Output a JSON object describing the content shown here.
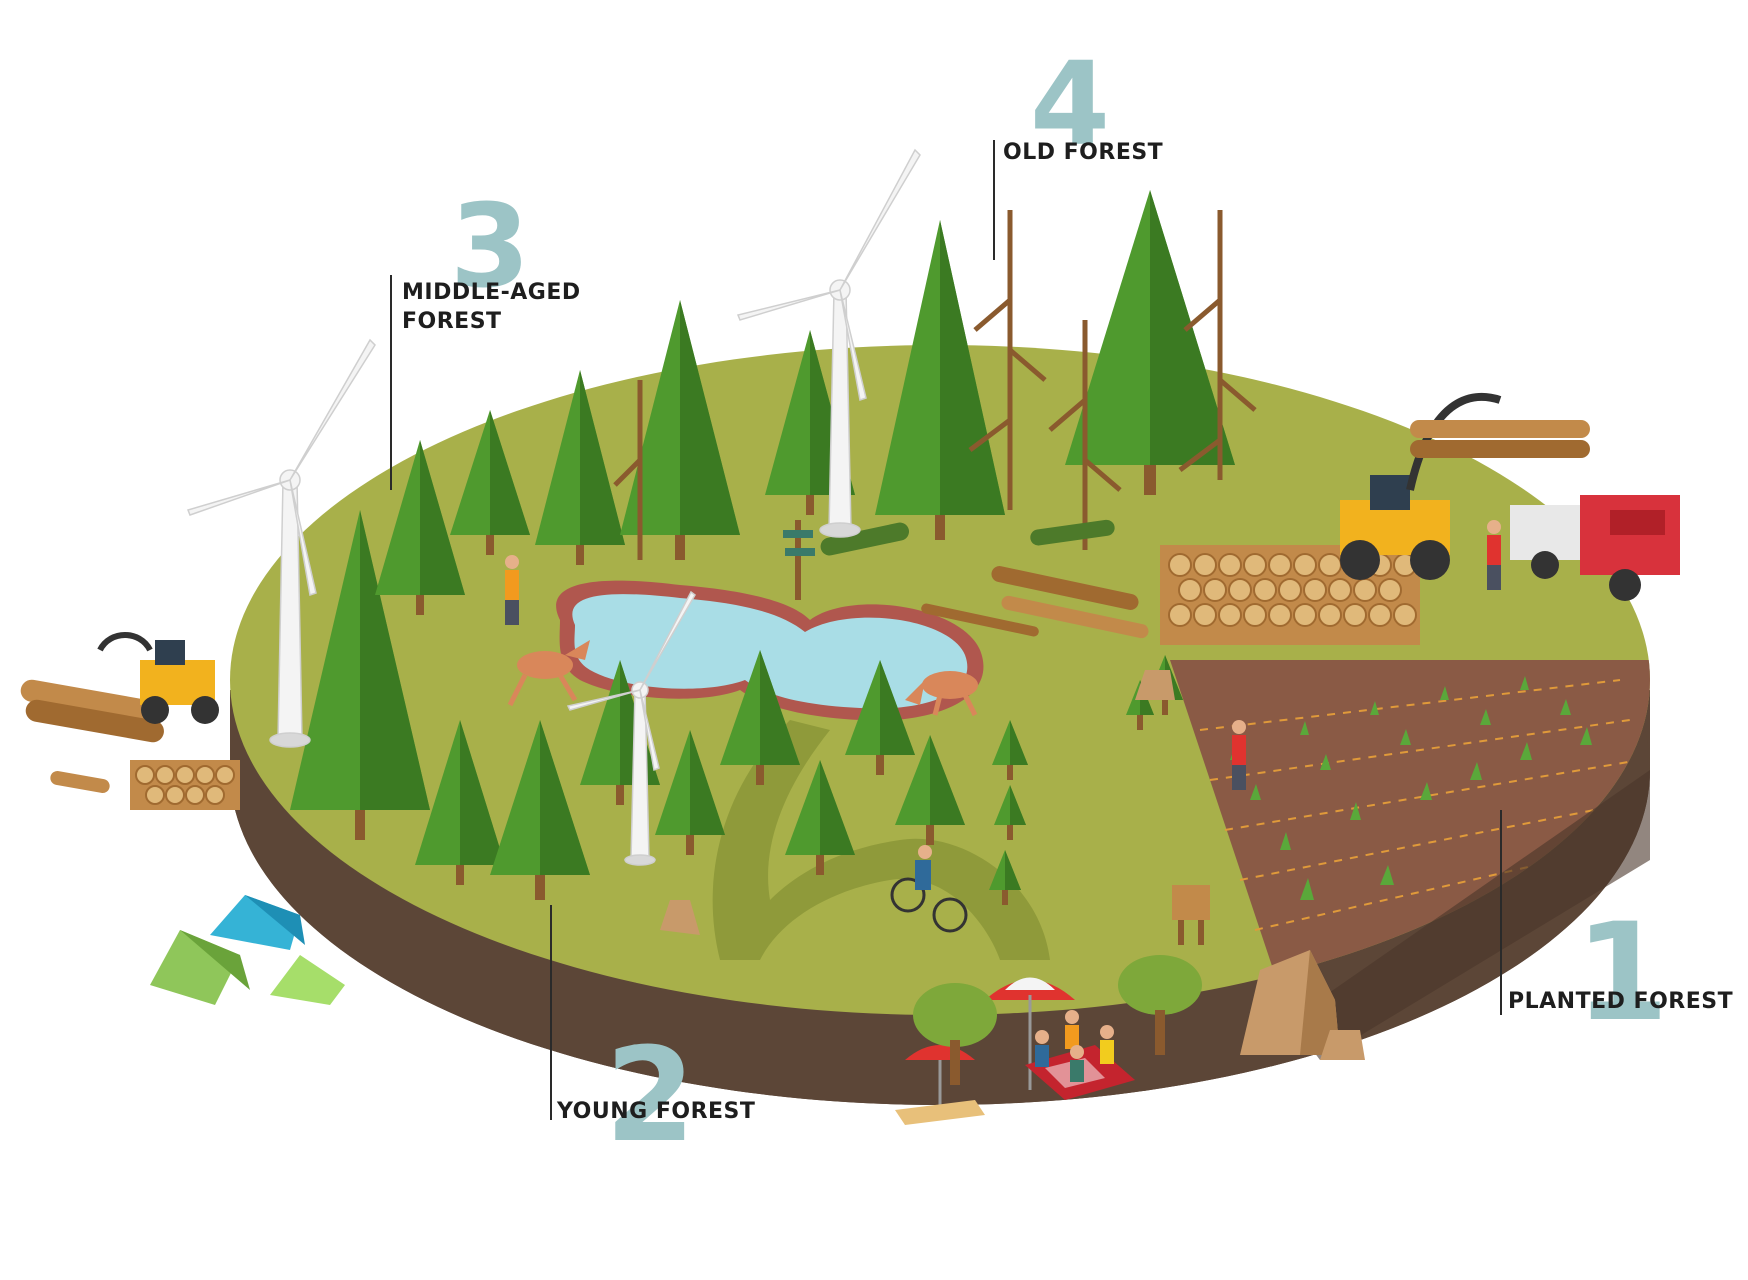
{
  "stages": [
    {
      "number": "1",
      "label": "PLANTED FOREST"
    },
    {
      "number": "2",
      "label": "YOUNG FOREST"
    },
    {
      "number": "3",
      "label": "MIDDLE-AGED",
      "label2": "FOREST"
    },
    {
      "number": "4",
      "label": "OLD FOREST"
    }
  ],
  "colors": {
    "grass": "#a8b04a",
    "grass_dark": "#8f9a3a",
    "soil_side": "#5c4637",
    "plowed": "#8a5a45",
    "pond": "#a9dde6",
    "pond_rim": "#b0574e",
    "tree": "#4f9a2e",
    "tree_dark": "#3b7a22",
    "trunk": "#8a5a2e",
    "number": "#9cc4c6",
    "label": "#1e1e1e"
  },
  "icons": [
    "wind-turbine-icon",
    "pine-tree-icon",
    "dead-tree-icon",
    "deer-icon",
    "log-pile-icon",
    "forwarder-icon",
    "log-loader-icon",
    "log-truck-icon",
    "tent-icon",
    "picnic-umbrella-icon",
    "picnic-table-icon",
    "cyclist-icon",
    "boulder-icon",
    "signpost-icon",
    "seedling-icon"
  ]
}
